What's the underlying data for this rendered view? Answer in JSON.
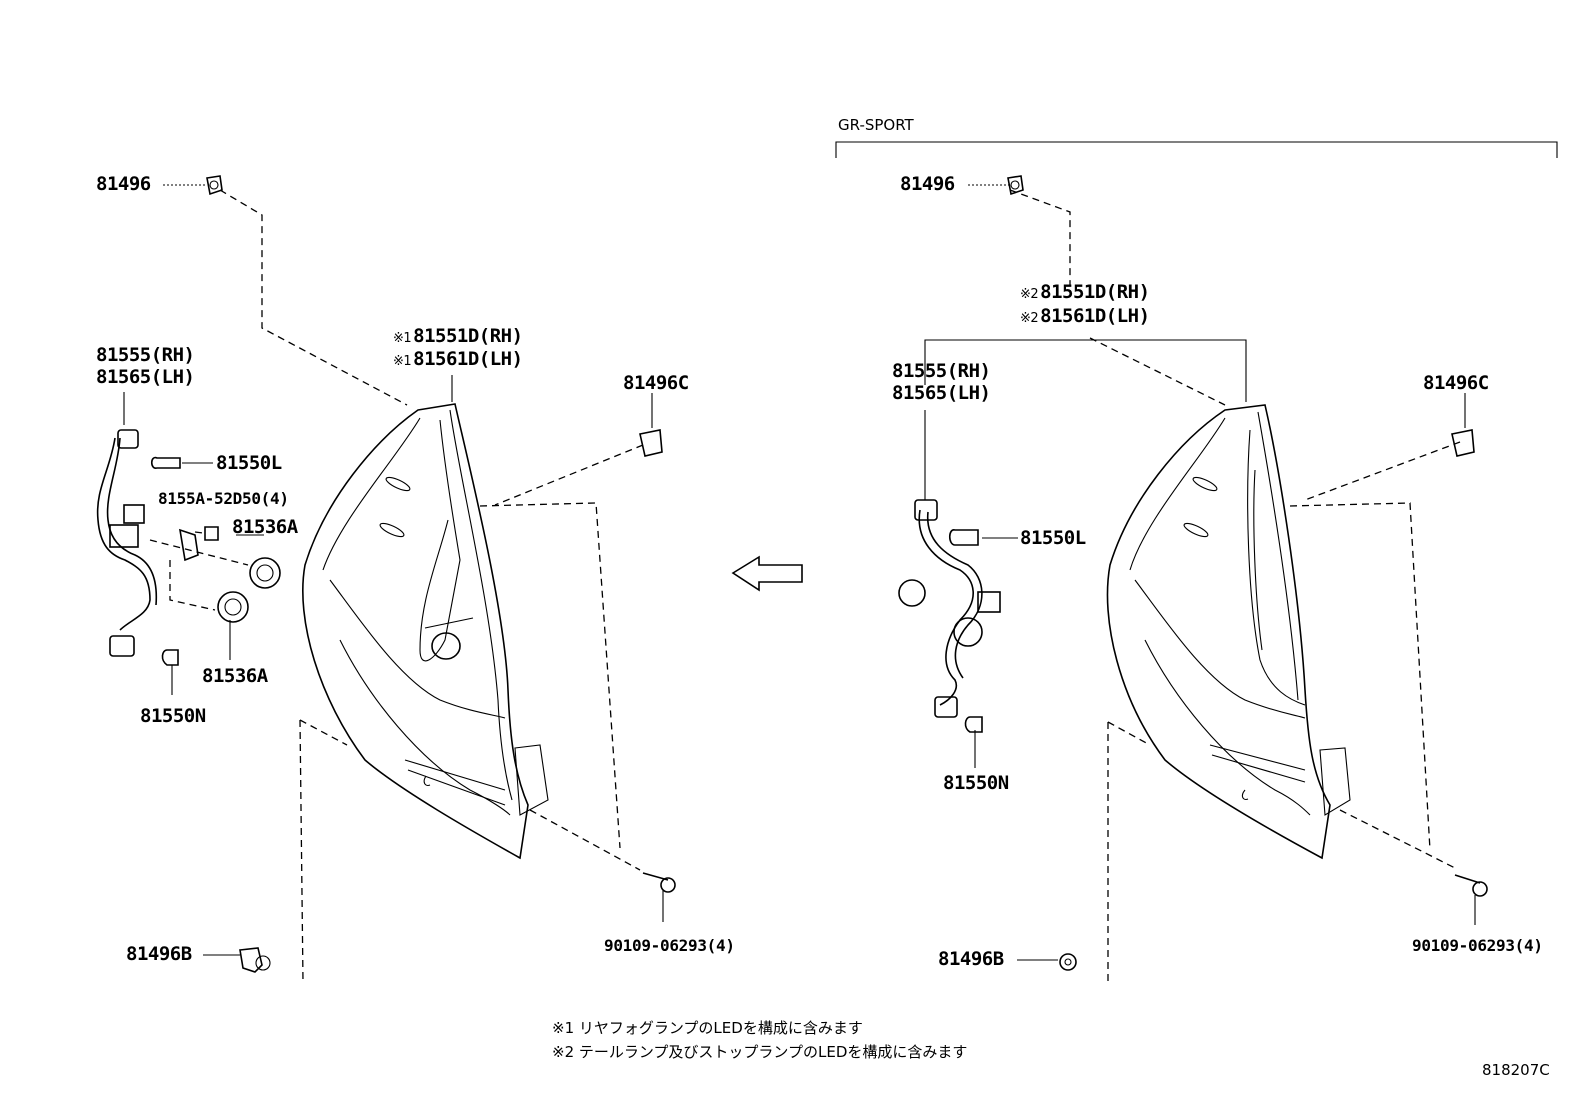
{
  "section_label": "GR-SPORT",
  "left_group": {
    "clip_top": "81496",
    "lamp_rh": "81551D(RH)",
    "lamp_lh": "81561D(LH)",
    "lamp_mark": "※1",
    "socket_rh": "81555(RH)",
    "socket_lh": "81565(LH)",
    "bulb_l": "81550L",
    "screw_sub": "8155A-52D50(4)",
    "grommet_a1": "81536A",
    "grommet_a2": "81536A",
    "bulb_n": "81550N",
    "clip_side": "81496C",
    "bolt": "90109-06293(4)",
    "clip_bottom": "81496B"
  },
  "right_group": {
    "clip_top": "81496",
    "lamp_rh": "81551D(RH)",
    "lamp_lh": "81561D(LH)",
    "lamp_mark": "※2",
    "socket_rh": "81555(RH)",
    "socket_lh": "81565(LH)",
    "bulb_l": "81550L",
    "bulb_n": "81550N",
    "clip_side": "81496C",
    "bolt": "90109-06293(4)",
    "clip_bottom": "81496B"
  },
  "notes": [
    "※1 リヤフォグランプのLEDを構成に含みます",
    "※2 テールランプ及びストップランプのLEDを構成に含みます"
  ],
  "figure_number": "818207C"
}
